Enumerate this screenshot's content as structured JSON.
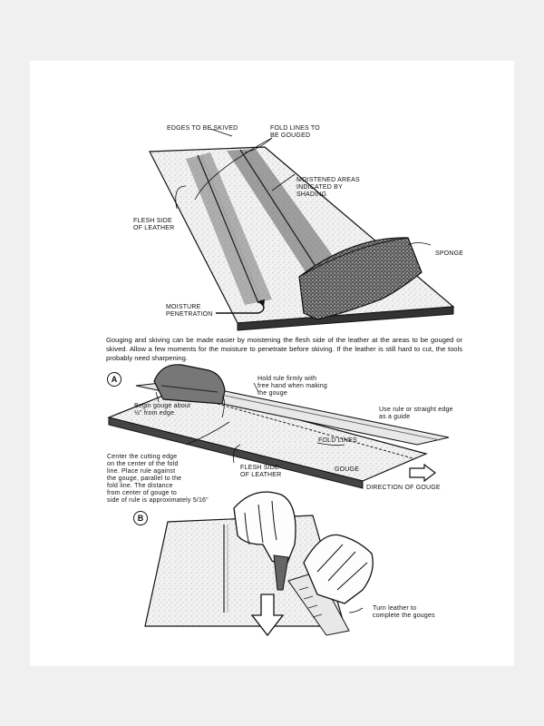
{
  "figure_top": {
    "labels": {
      "edges_to_be_skived": "EDGES TO BE SKIVED",
      "fold_lines": "FOLD LINES TO\nBE GOUGED",
      "moistened_areas": "MOISTENED AREAS\nINDICATED BY\nSHADING",
      "flesh_side": "FLESH SIDE\nOF LEATHER",
      "sponge": "SPONGE",
      "moisture_penetration": "MOISTURE\nPENETRATION"
    }
  },
  "caption": "Gouging and skiving can be made easier by moistening the flesh side of the leather at the areas to be gouged or skived. Allow a few moments for the moisture to penetrate before skiving. If the leather is still hard to cut, the tools probably need sharpening.",
  "figure_a": {
    "marker": "A",
    "labels": {
      "hold_rule": "Hold rule firmly with\nfree hand when making\nthe gouge",
      "begin_gouge": "Begin gouge about\n½\" from edge",
      "use_rule": "Use rule or straight edge\nas a guide",
      "fold_lines": "FOLD LINES",
      "center_cutting_edge": "Center the cutting edge\non the center of the fold\nline. Place rule against\nthe gouge, parallel to the\nfold line. The distance\nfrom center of gouge to\nside of rule is approximately 5/16\"",
      "flesh_side": "FLESH SIDE\nOF LEATHER",
      "gouge": "GOUGE",
      "direction": "DIRECTION OF GOUGE"
    }
  },
  "figure_b": {
    "marker": "B",
    "labels": {
      "turn_leather": "Turn leather to\ncomplete the gouges"
    }
  }
}
